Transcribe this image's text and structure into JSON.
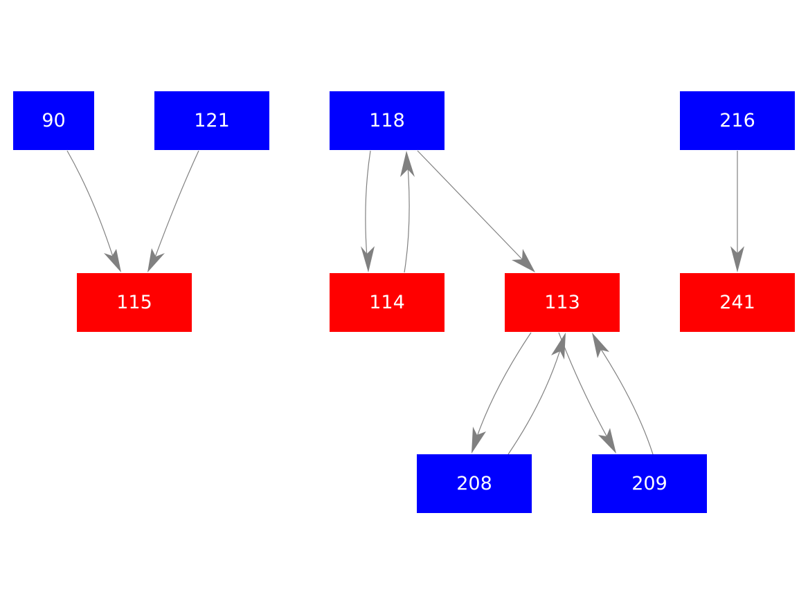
{
  "graph": {
    "colors": {
      "blue": "#0000ff",
      "red": "#ff0000",
      "edge": "#808080",
      "label": "#ffffff",
      "background": "#ffffff"
    },
    "nodes": [
      {
        "id": "n90",
        "label": "90",
        "color": "blue"
      },
      {
        "id": "n121",
        "label": "121",
        "color": "blue"
      },
      {
        "id": "n118",
        "label": "118",
        "color": "blue"
      },
      {
        "id": "n216",
        "label": "216",
        "color": "blue"
      },
      {
        "id": "n115",
        "label": "115",
        "color": "red"
      },
      {
        "id": "n114",
        "label": "114",
        "color": "red"
      },
      {
        "id": "n113",
        "label": "113",
        "color": "red"
      },
      {
        "id": "n241",
        "label": "241",
        "color": "red"
      },
      {
        "id": "n208",
        "label": "208",
        "color": "blue"
      },
      {
        "id": "n209",
        "label": "209",
        "color": "blue"
      }
    ],
    "edges": [
      {
        "from": "90",
        "to": "115"
      },
      {
        "from": "121",
        "to": "115"
      },
      {
        "from": "118",
        "to": "114"
      },
      {
        "from": "114",
        "to": "118"
      },
      {
        "from": "118",
        "to": "113"
      },
      {
        "from": "216",
        "to": "241"
      },
      {
        "from": "113",
        "to": "208"
      },
      {
        "from": "208",
        "to": "113"
      },
      {
        "from": "113",
        "to": "209"
      },
      {
        "from": "209",
        "to": "113"
      }
    ]
  }
}
